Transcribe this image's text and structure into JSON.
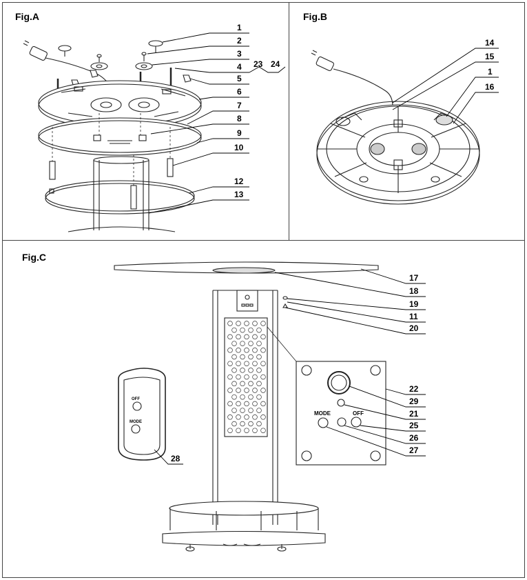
{
  "figures": {
    "a": {
      "title": "Fig.A"
    },
    "b": {
      "title": "Fig.B"
    },
    "c": {
      "title": "Fig.C"
    }
  },
  "callouts": {
    "a": [
      "1",
      "2",
      "3",
      "4",
      "23",
      "24",
      "5",
      "6",
      "7",
      "8",
      "9",
      "10",
      "12",
      "13"
    ],
    "b": [
      "14",
      "15",
      "1",
      "16"
    ],
    "c": [
      "17",
      "18",
      "19",
      "11",
      "20",
      "22",
      "29",
      "21",
      "25",
      "26",
      "27",
      "28"
    ]
  },
  "panel_labels": {
    "mode": "MODE",
    "off": "OFF"
  },
  "remote_labels": {
    "off": "OFF",
    "mode": "MODE"
  }
}
